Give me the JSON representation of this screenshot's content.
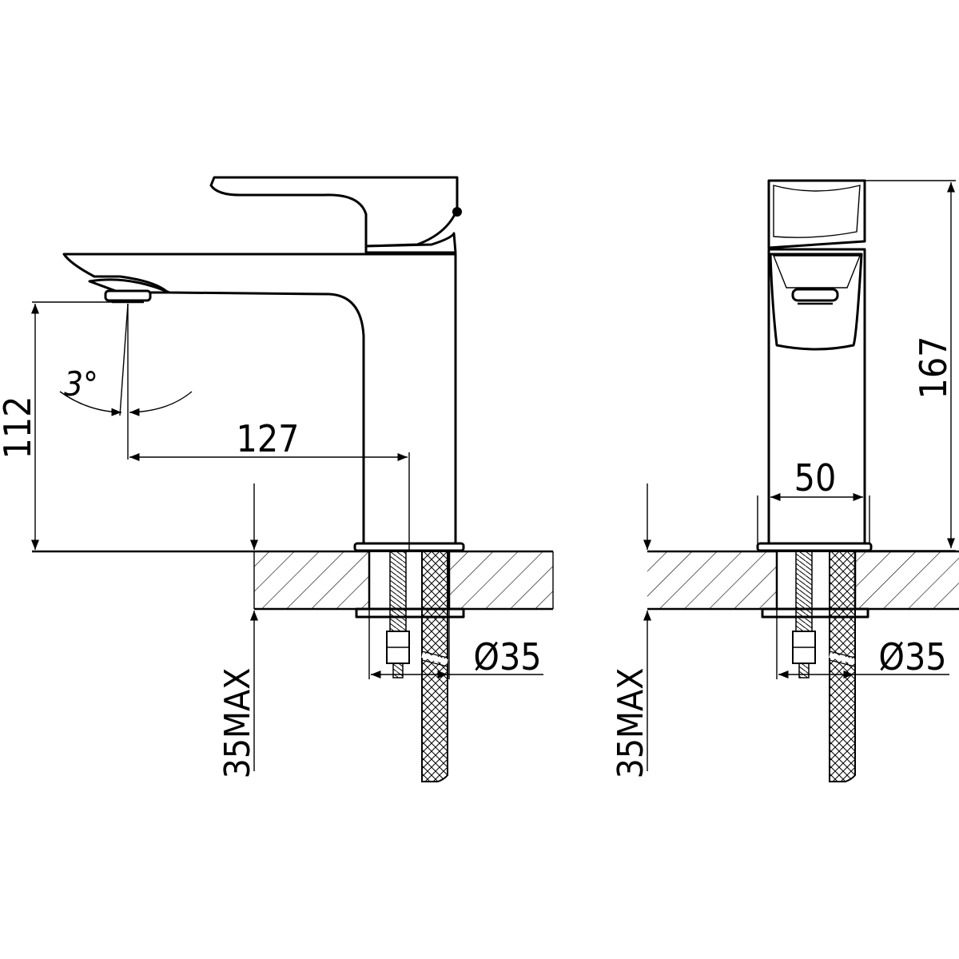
{
  "side_view": {
    "spout_height": "112",
    "spout_reach": "127",
    "spout_angle": "3°",
    "max_deck_thickness": "35MAX",
    "hole_diameter": "Ø35"
  },
  "front_view": {
    "total_height": "167",
    "body_width": "50",
    "max_deck_thickness": "35MAX",
    "hole_diameter": "Ø35"
  }
}
